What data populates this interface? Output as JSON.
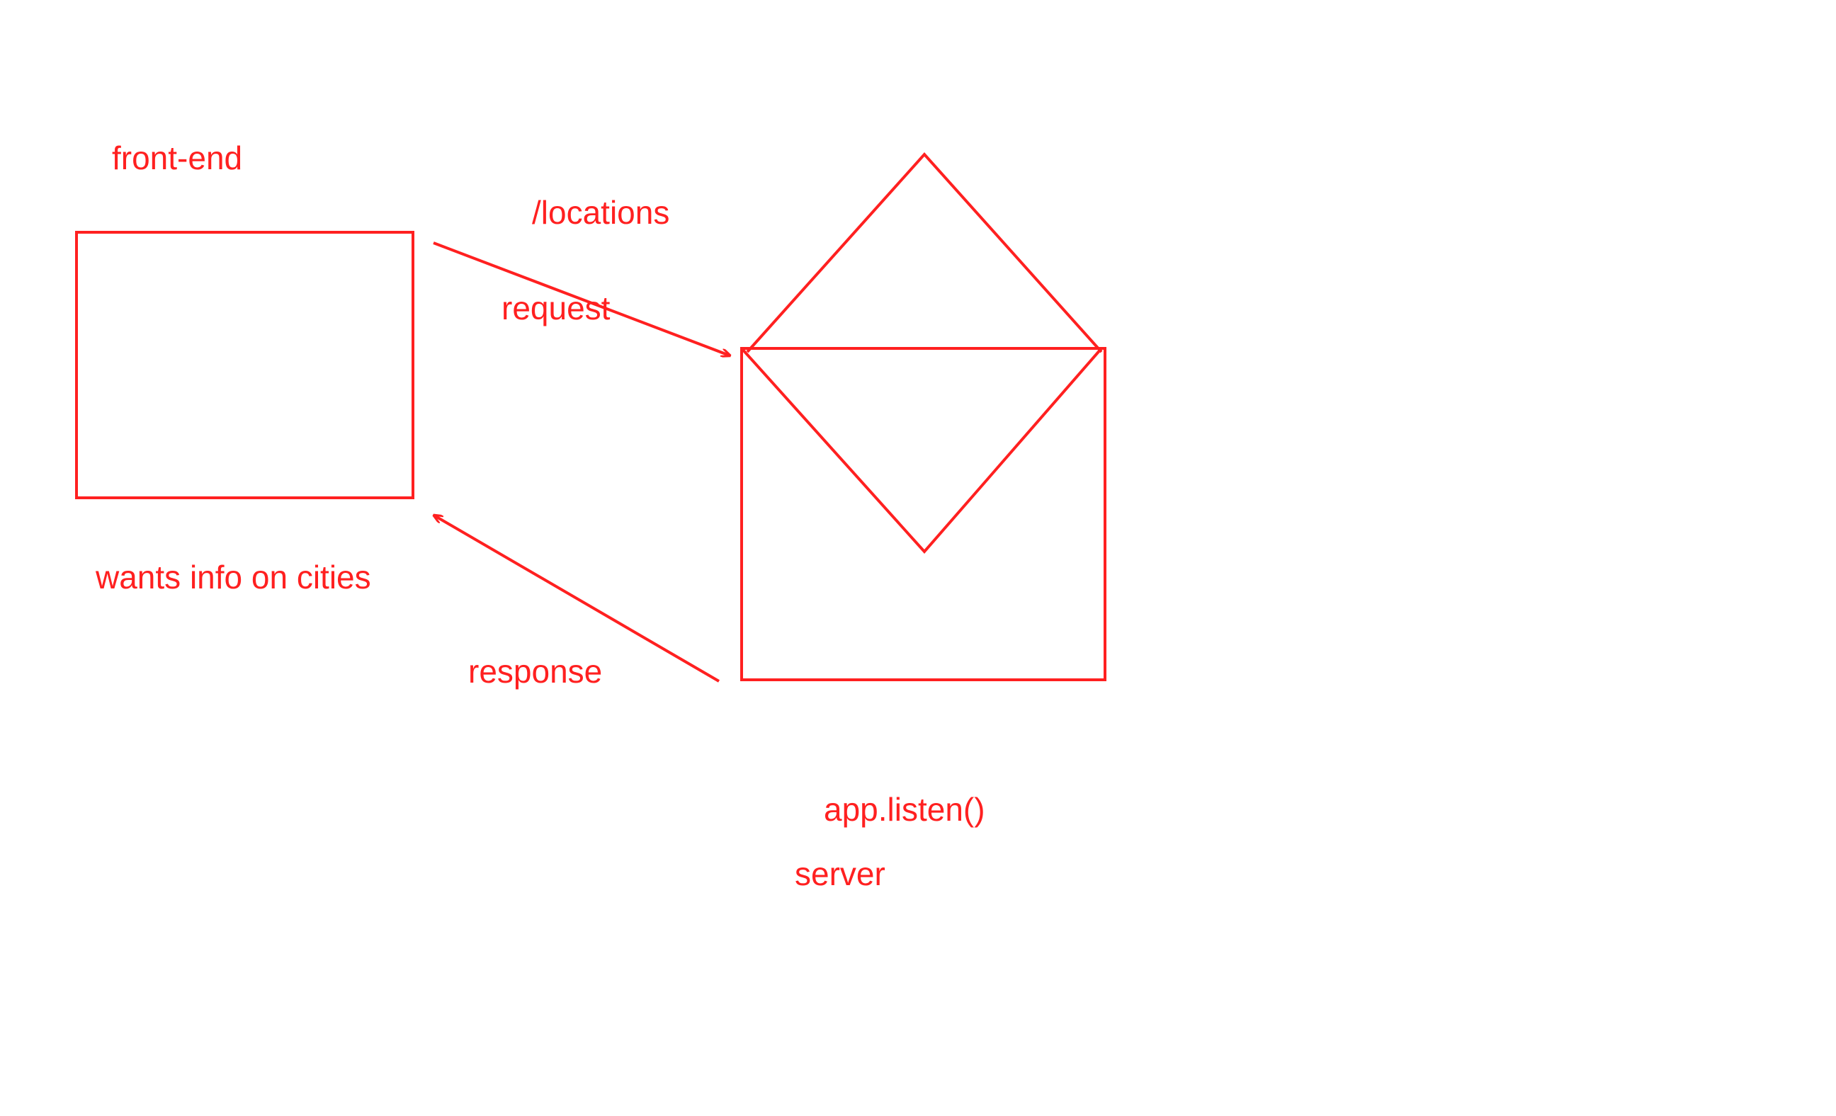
{
  "theme": {
    "ink": "#ff2020",
    "background": "#ffffff"
  },
  "labels": {
    "front_end": "front-end",
    "locations": "/locations",
    "request": "request",
    "wants_info": "wants info on cities",
    "response": "response",
    "app_listen": "app.listen()",
    "server": "server"
  }
}
